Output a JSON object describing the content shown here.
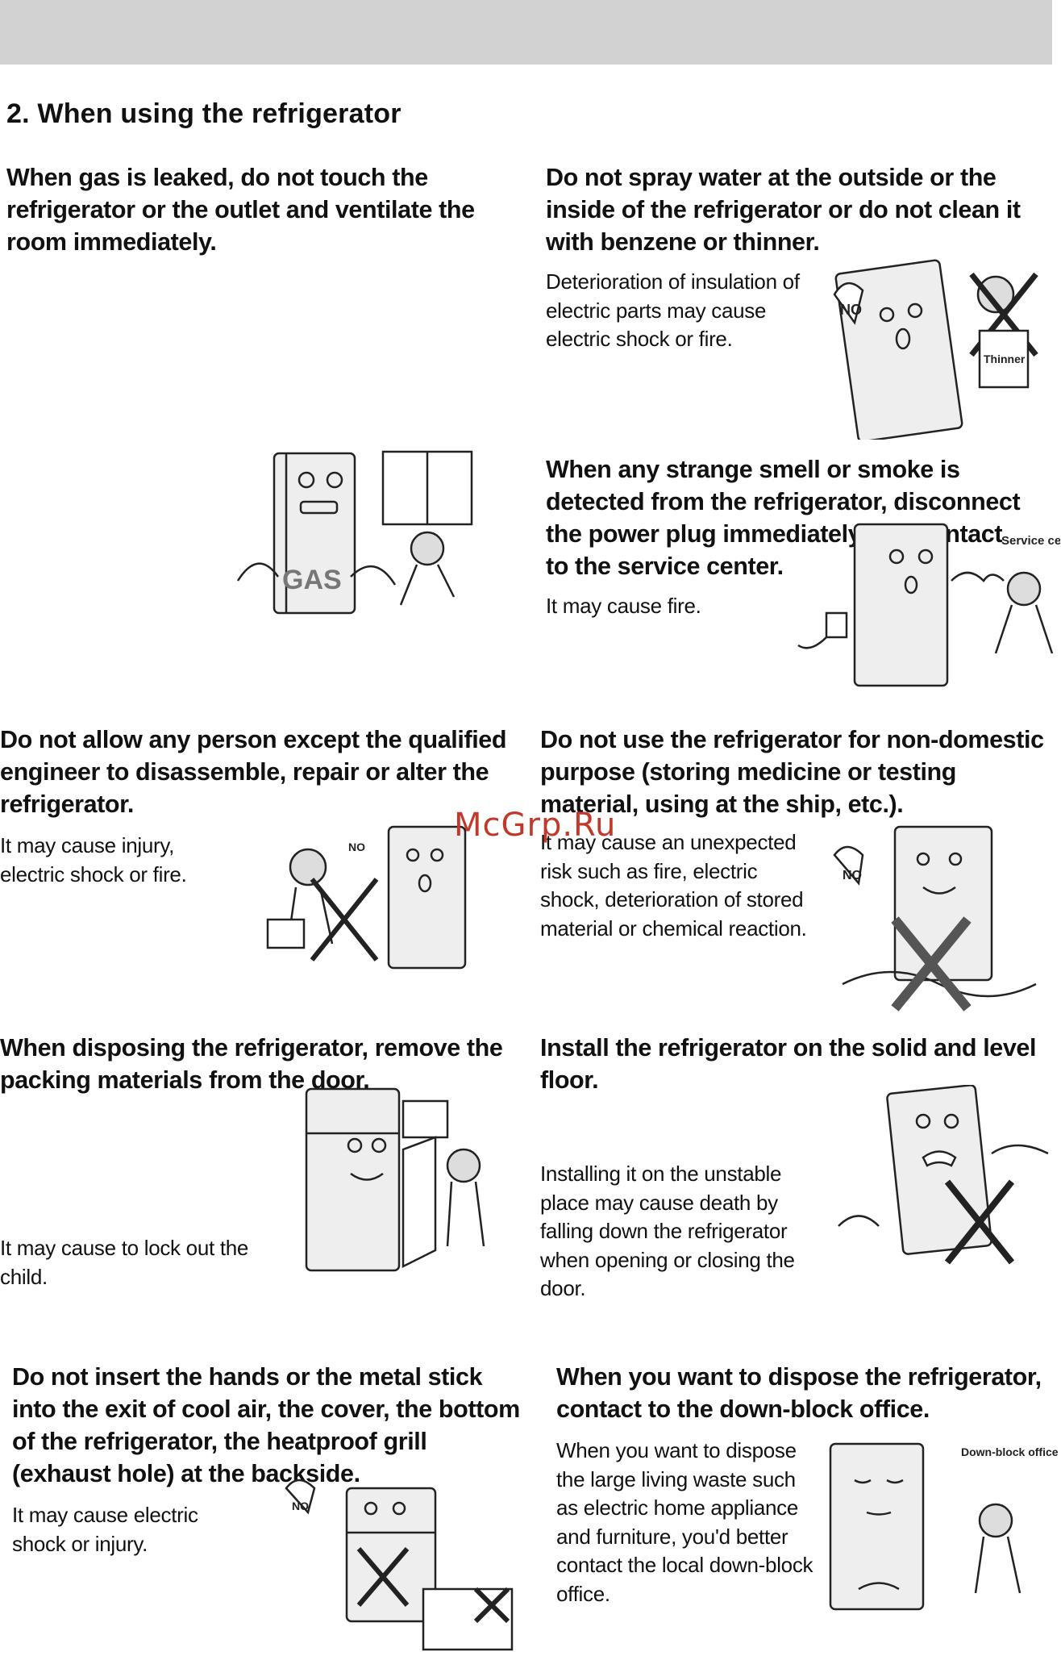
{
  "section": {
    "title": "2. When using the refrigerator"
  },
  "watermark": "McGrp.Ru",
  "items": [
    {
      "heading": "When gas is leaked, do not touch the refrigerator or the outlet and ventilate the room immediately.",
      "body": "",
      "label": "GAS"
    },
    {
      "heading": "Do not spray water at the outside or the inside of the refrigerator or do not clean it with benzene or thinner.",
      "body": "Deterioration of insulation of electric parts may cause electric shock or fire.",
      "label_no": "NO",
      "label_bottle": "Thinner"
    },
    {
      "heading": "When any strange smell or smoke is detected from the refrigerator, disconnect the power plug immediately and contact to the service center.",
      "body": "It may cause fire.",
      "label": "Service center"
    },
    {
      "heading": "Do not allow any person except the qualified engineer to disassemble, repair or alter the refrigerator.",
      "body": "It may cause injury, electric shock or fire.",
      "label": "NO"
    },
    {
      "heading": "Do not use the refrigerator for non-domestic purpose (storing medicine or testing material, using at the ship, etc.).",
      "body": "It may cause an unexpected risk such as fire, electric shock, deterioration of stored material or chemical reaction.",
      "label": "NO"
    },
    {
      "heading": "When disposing the refrigerator, remove the packing materials from the door.",
      "body": "It may cause to lock out the child."
    },
    {
      "heading": "Install the refrigerator on the solid and level floor.",
      "body": "Installing it on the unstable place may cause death by falling down the refrigerator when opening or closing the door."
    },
    {
      "heading": "Do not insert the hands or the metal stick into the exit of cool air, the cover, the bottom of the refrigerator, the heatproof grill (exhaust hole) at the backside.",
      "body": "It may cause electric shock or injury.",
      "label": "NO"
    },
    {
      "heading": "When you want to dispose the refrigerator, contact to the down-block office.",
      "body": "When you want to dispose the large living waste such as electric home appliance and furniture, you'd better contact the local down-block office.",
      "label": "Down-block office"
    }
  ]
}
